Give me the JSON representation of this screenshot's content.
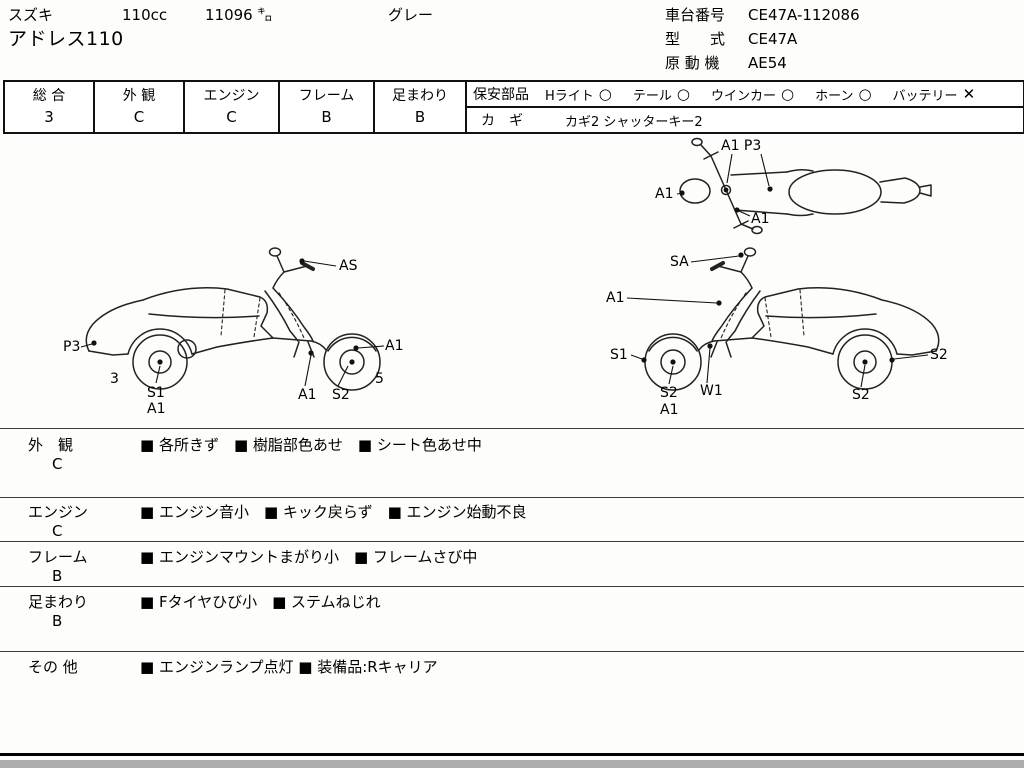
{
  "header": {
    "maker": "スズキ",
    "displacement": "110cc",
    "mileage": "11096 ㌔",
    "color": "グレー",
    "model_name": "アドレス110",
    "chassis_label": "車台番号",
    "chassis_value": "CE47A-112086",
    "type_label": "型　　式",
    "type_value": "CE47A",
    "engine_label": "原 動 機",
    "engine_value": "AE54"
  },
  "grade_bar": {
    "cells": [
      {
        "label": "総  合",
        "value": "3"
      },
      {
        "label": "外  観",
        "value": "C"
      },
      {
        "label": "エンジン",
        "value": "C"
      },
      {
        "label": "フレーム",
        "value": "B"
      },
      {
        "label": "足まわり",
        "value": "B"
      }
    ],
    "safety": {
      "label": "保安部品",
      "items": [
        {
          "name": "Hライト",
          "status": "○"
        },
        {
          "name": "テール",
          "status": "○"
        },
        {
          "name": "ウインカー",
          "status": "○"
        },
        {
          "name": "ホーン",
          "status": "○"
        },
        {
          "name": "バッテリー",
          "status": "✕"
        }
      ]
    },
    "keys": {
      "label": "カ　ギ",
      "value": "カギ2 シャッターキー2"
    }
  },
  "diagram": {
    "top_view": {
      "label_a1p3": "A1 P3",
      "label_a1_left": "A1",
      "label_a1_bottom": "A1"
    },
    "left_view": {
      "label_as": "AS",
      "label_p3": "P3",
      "label_3": "3",
      "label_s1": "S1",
      "label_s1_a1": "A1",
      "label_a1_mid": "A1",
      "label_s2_mid": "S2",
      "label_a1_front": "A1",
      "label_5": "5"
    },
    "right_view": {
      "label_sa": "SA",
      "label_a1_cowl": "A1",
      "label_s1": "S1",
      "label_s2_right": "S2",
      "label_s2_front": "S2",
      "label_a1_front": "A1",
      "label_w1": "W1",
      "label_s2_rear": "S2"
    }
  },
  "notes": {
    "rows": [
      {
        "category": "外　観",
        "grade": "C",
        "text": "■ 各所きず　■ 樹脂部色あせ　■ シート色あせ中"
      },
      {
        "category": "エンジン",
        "grade": "C",
        "text": "■ エンジン音小　■ キック戻らず　■ エンジン始動不良"
      },
      {
        "category": "フレーム",
        "grade": "B",
        "text": "■ エンジンマウントまがり小　■ フレームさび中"
      },
      {
        "category": "足まわり",
        "grade": "B",
        "text": "■ Fタイヤひび小　■ ステムねじれ"
      },
      {
        "category": "その 他",
        "grade": "",
        "text": "■ エンジンランプ点灯 ■ 装備品:Rキャリア"
      }
    ]
  }
}
